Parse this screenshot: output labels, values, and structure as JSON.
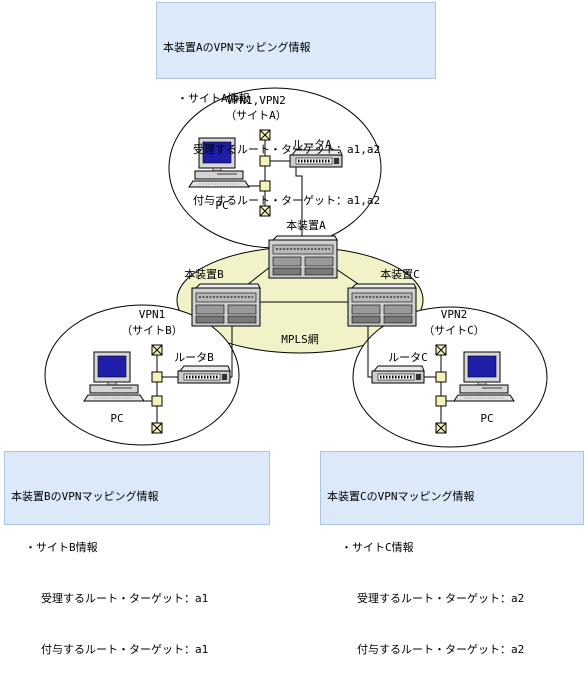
{
  "info_boxes": {
    "a": {
      "title": "本装置AのVPNマッピング情報",
      "site": "・サイトA情報",
      "import": "受理するルート・ターゲット：a1,a2",
      "export": "付与するルート・ターゲット：a1,a2"
    },
    "b": {
      "title": "本装置BのVPNマッピング情報",
      "site": "・サイトB情報",
      "import": "受理するルート・ターゲット：a1",
      "export": "付与するルート・ターゲット：a1"
    },
    "c": {
      "title": "本装置CのVPNマッピング情報",
      "site": "・サイトC情報",
      "import": "受理するルート・ターゲット：a2",
      "export": "付与するルート・ターゲット：a2"
    }
  },
  "network": {
    "label": "MPLS網",
    "color": "#f2f2c8"
  },
  "sites": {
    "a": {
      "vpn": "VPN1,VPN2",
      "name": "（サイトA）",
      "router": "ルータA",
      "pc": "PC",
      "device": "本装置A"
    },
    "b": {
      "vpn": "VPN1",
      "name": "（サイトB）",
      "router": "ルータB",
      "pc": "PC",
      "device": "本装置B"
    },
    "c": {
      "vpn": "VPN2",
      "name": "（サイトC）",
      "router": "ルータC",
      "pc": "PC",
      "device": "本装置C"
    }
  },
  "colors": {
    "box_fill": "#dbe9f8",
    "connector_fill": "#f4f2b8",
    "screen": "#1e1ea8"
  }
}
